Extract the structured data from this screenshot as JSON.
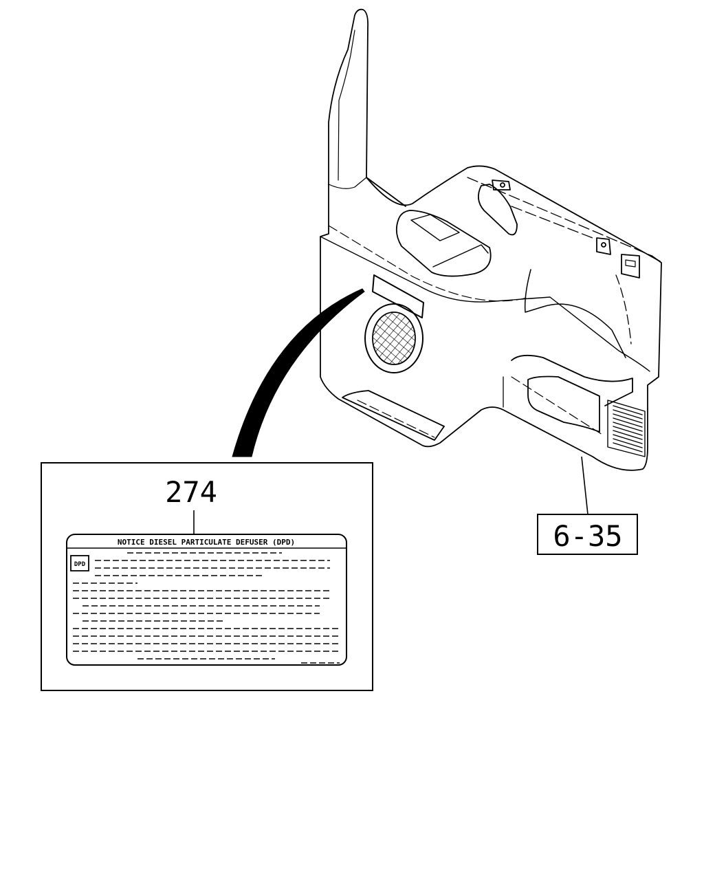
{
  "callouts": {
    "label_part_number": "274",
    "ref_part_number": "6-35"
  },
  "label": {
    "title": "NOTICE DIESEL PARTICULATE DEFUSER (DPD)",
    "badge": "DPD"
  },
  "colors": {
    "line": "#000000",
    "background": "#ffffff"
  }
}
